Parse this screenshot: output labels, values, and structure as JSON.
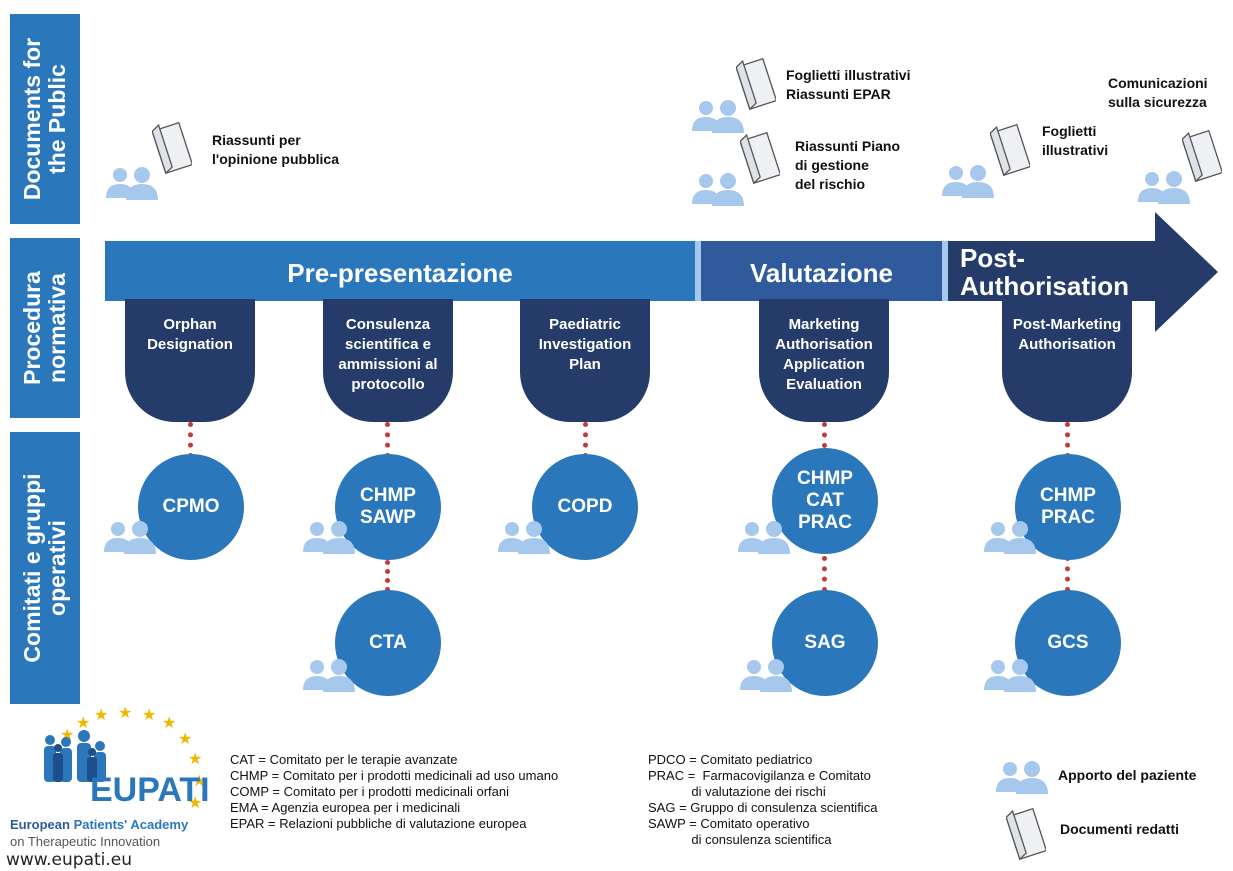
{
  "rows": {
    "documents": "Documents for the Public",
    "procedure": "Procedura normativa",
    "committees": "Comitati e gruppi operativi"
  },
  "arrow": {
    "pre": "Pre-presentazione",
    "valutazione": "Valutazione",
    "post": "Post-Authorisation"
  },
  "tabs": [
    "Orphan Designation",
    "Consulenza scientifica e ammissioni al protocollo",
    "Paediatric Investigation Plan",
    "Marketing Authorisation Application Evaluation",
    "Post-Marketing Authorisation"
  ],
  "circles": {
    "c1": "CPMO",
    "c2": "CHMP SAWP",
    "c3": "COPD",
    "c4": "CHMP CAT PRAC",
    "c5": "CHMP PRAC",
    "c6": "CTA",
    "c7": "SAG",
    "c8": "GCS"
  },
  "docs": {
    "d1": "Riassunti per\nl'opinione pubblica",
    "d2": "Foglietti illustrativi\nRiassunti EPAR",
    "d3": "Riassunti Piano\ndi gestione\ndel rischio",
    "d4": "Foglietti\nillustrativi",
    "d5": "Comunicazioni\nsulla sicurezza"
  },
  "legend": {
    "left": "CAT = Comitato per le terapie avanzate\nCHMP = Comitato per i prodotti medicinali ad uso umano\nCOMP = Comitato per i prodotti medicinali orfani\nEMA = Agenzia europea per i medicinali\nEPAR = Relazioni pubbliche di valutazione europea",
    "right": "PDCO = Comitato pediatrico\nPRAC =  Farmacovigilanza e Comitato\n            di valutazione dei rischi\nSAG = Gruppo di consulenza scientifica\nSAWP = Comitato operativo\n            di consulenza scientifica",
    "patient": "Apporto del paziente",
    "documents": "Documenti redatti"
  },
  "logo": {
    "name": "EUPATI",
    "line1a": "European ",
    "line1b": "Patients' Academy",
    "line2": "on Therapeutic Innovation",
    "url": "www.eupati.eu"
  },
  "colors": {
    "blue": "#2b77bc",
    "navy": "#253c6b",
    "mid": "#2f5a9c",
    "light": "#a5c8ec",
    "red": "#c33a3a",
    "star": "#f2b600"
  }
}
